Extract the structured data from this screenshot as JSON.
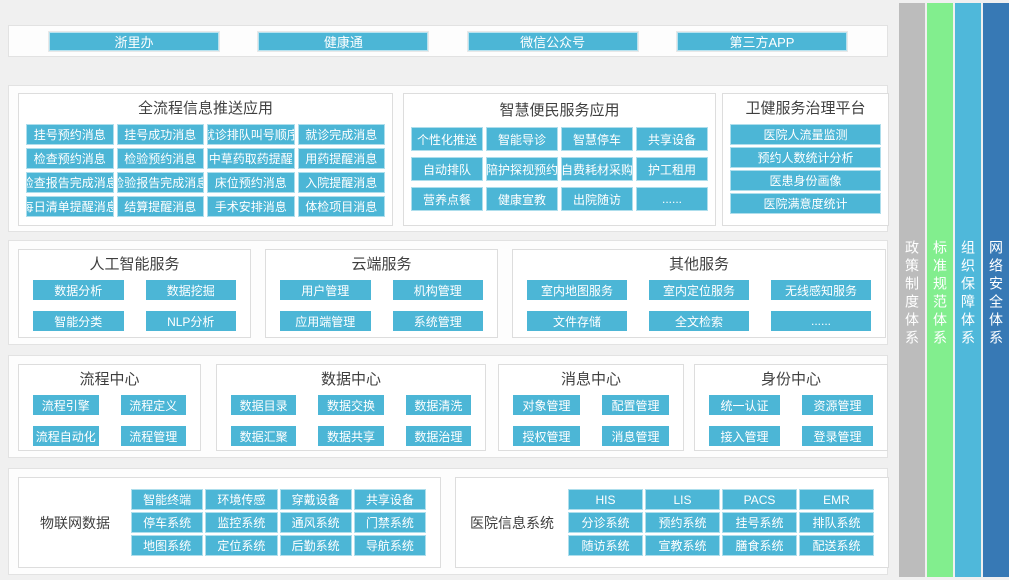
{
  "colors": {
    "accent": "#4cb6d6",
    "page_bg": "#f0f0f0",
    "panel_border": "#dddddd",
    "title_text": "#3f3f3f",
    "cell_text": "#ffffff"
  },
  "top_apps": [
    "浙里办",
    "健康通",
    "微信公众号",
    "第三方APP"
  ],
  "push_panel": {
    "title": "全流程信息推送应用",
    "cells": [
      "挂号预约消息",
      "挂号成功消息",
      "就诊排队叫号顺序",
      "就诊完成消息",
      "检查预约消息",
      "检验预约消息",
      "中草药取药提醒",
      "用药提醒消息",
      "检查报告完成消息",
      "检验报告完成消息",
      "床位预约消息",
      "入院提醒消息",
      "每日清单提醒消息",
      "结算提醒消息",
      "手术安排消息",
      "体检项目消息"
    ]
  },
  "convenience_panel": {
    "title": "智慧便民服务应用",
    "cells": [
      "个性化推送",
      "智能导诊",
      "智慧停车",
      "共享设备",
      "自动排队",
      "陪护探视预约",
      "自费耗材采购",
      "护工租用",
      "营养点餐",
      "健康宣教",
      "出院随访",
      "......"
    ]
  },
  "governance_panel": {
    "title": "卫健服务治理平台",
    "cells": [
      "医院人流量监测",
      "预约人数统计分析",
      "医患身份画像",
      "医院满意度统计"
    ]
  },
  "ai_panel": {
    "title": "人工智能服务",
    "cells": [
      "数据分析",
      "数据挖掘",
      "智能分类",
      "NLP分析"
    ]
  },
  "cloud_panel": {
    "title": "云端服务",
    "cells": [
      "用户管理",
      "机构管理",
      "应用端管理",
      "系统管理"
    ]
  },
  "other_panel": {
    "title": "其他服务",
    "cells": [
      "室内地图服务",
      "室内定位服务",
      "无线感知服务",
      "文件存储",
      "全文检索",
      "......"
    ]
  },
  "process_panel": {
    "title": "流程中心",
    "cells": [
      "流程引擎",
      "流程定义",
      "流程自动化",
      "流程管理"
    ]
  },
  "data_panel": {
    "title": "数据中心",
    "cells": [
      "数据目录",
      "数据交换",
      "数据清洗",
      "数据汇聚",
      "数据共享",
      "数据治理"
    ]
  },
  "message_panel": {
    "title": "消息中心",
    "cells": [
      "对象管理",
      "配置管理",
      "授权管理",
      "消息管理"
    ]
  },
  "identity_panel": {
    "title": "身份中心",
    "cells": [
      "统一认证",
      "资源管理",
      "接入管理",
      "登录管理"
    ]
  },
  "iot_panel": {
    "label": "物联网数据",
    "cells": [
      "智能终端",
      "环境传感",
      "穿戴设备",
      "共享设备",
      "停车系统",
      "监控系统",
      "通风系统",
      "门禁系统",
      "地图系统",
      "定位系统",
      "后勤系统",
      "导航系统"
    ]
  },
  "his_panel": {
    "label": "医院信息系统",
    "cells": [
      "HIS",
      "LIS",
      "PACS",
      "EMR",
      "分诊系统",
      "预约系统",
      "挂号系统",
      "排队系统",
      "随访系统",
      "宣教系统",
      "膳食系统",
      "配送系统"
    ]
  },
  "side_bars": [
    {
      "label": "政策制度体系",
      "color": "#bcbcbc"
    },
    {
      "label": "标准规范体系",
      "color": "#82ee8e"
    },
    {
      "label": "组织保障体系",
      "color": "#4fb8da"
    },
    {
      "label": "网络安全体系",
      "color": "#3779b5"
    }
  ]
}
